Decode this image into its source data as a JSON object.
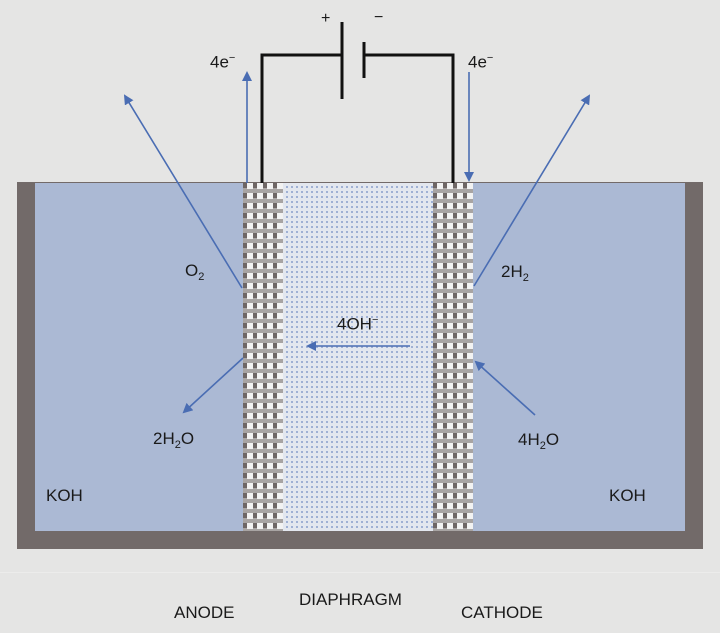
{
  "title": "Alkaline water electrolysis cell",
  "colors": {
    "background": "#e5e5e4",
    "electrolyte": "#abb9d4",
    "tank_wall": "#726a69",
    "arrow": "#4a6db3",
    "wire": "#111111"
  },
  "battery": {
    "positive": "+",
    "negative": "−"
  },
  "electron_labels": {
    "anode_side": "4e",
    "cathode_side": "4e",
    "charge": "−"
  },
  "species": {
    "o2": {
      "base": "O",
      "sub": "2"
    },
    "h2": {
      "base": "2H",
      "sub": "2"
    },
    "oh": {
      "base": "4OH",
      "sup": "−"
    },
    "h2o_anode": {
      "pre": "2H",
      "sub": "2",
      "post": "O"
    },
    "h2o_cathode": {
      "pre": "4H",
      "sub": "2",
      "post": "O"
    }
  },
  "electrolyte_labels": {
    "left": "KOH",
    "right": "KOH"
  },
  "component_labels": {
    "anode": "ANODE",
    "diaphragm": "DIAPHRAGM",
    "cathode": "CATHODE"
  }
}
